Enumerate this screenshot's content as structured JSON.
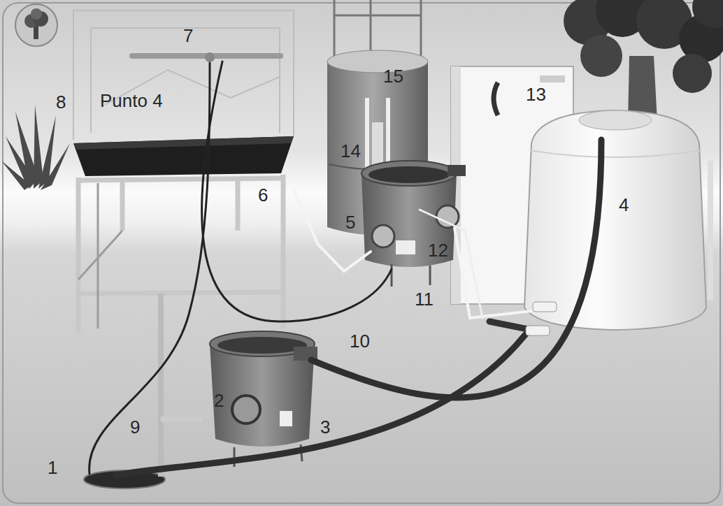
{
  "diagram": {
    "labels": [
      "7",
      "8",
      "Punto 4",
      "15",
      "13",
      "14",
      "4",
      "6",
      "5",
      "12",
      "11",
      "10",
      "2",
      "9",
      "3",
      "1"
    ]
  }
}
